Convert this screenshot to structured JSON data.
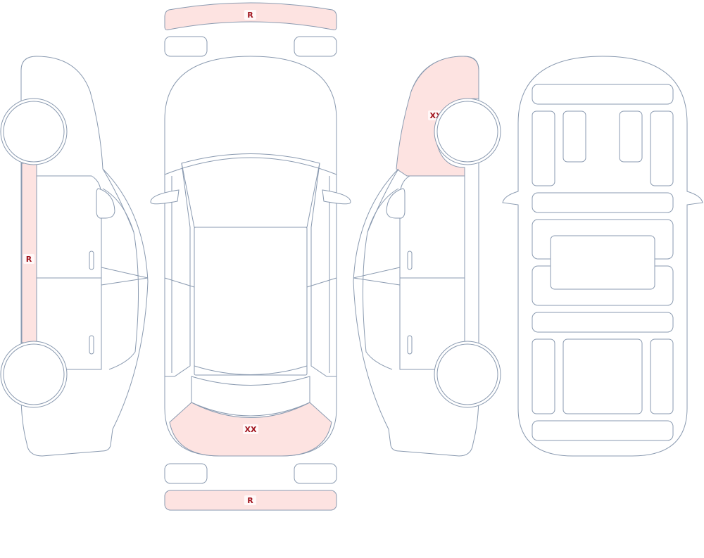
{
  "colors": {
    "outline": "#8a9ab0",
    "damage_fill": "#fde3e1",
    "label_text": "#a0141e"
  },
  "labels": {
    "roof_bar_top": "R",
    "bumper_rear": "XX",
    "roof_bar_bottom": "R",
    "left_sill": "R",
    "right_rear_fender": "XX"
  }
}
